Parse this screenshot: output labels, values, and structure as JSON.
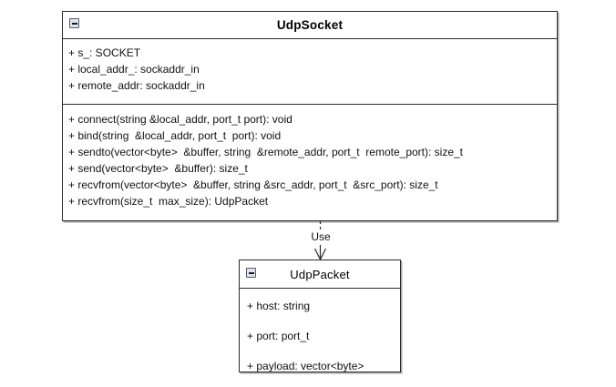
{
  "diagram": {
    "title": "UML class diagram",
    "background_color": "#ffffff",
    "line_color": "#2b2b2b",
    "text_color": "#111111",
    "icon_fill": "#dfe3ec"
  },
  "classes": [
    {
      "id": "udp-socket",
      "name": "UdpSocket",
      "collapse_icon": "minus-icon",
      "attributes": [
        "+ s_: SOCKET",
        "+ local_addr_: sockaddr_in",
        "+ remote_addr: sockaddr_in"
      ],
      "operations": [
        "+ connect(string &local_addr, port_t port): void",
        "+ bind(string  &local_addr, port_t  port): void",
        "+ sendto(vector<byte>  &buffer, string  &remote_addr, port_t  remote_port): size_t",
        "+ send(vector<byte>  &buffer): size_t",
        "+ recvfrom(vector<byte>  &buffer, string &src_addr, port_t  &src_port): size_t",
        "+ recvfrom(size_t  max_size): UdpPacket"
      ]
    },
    {
      "id": "udp-packet",
      "name": "UdpPacket",
      "collapse_icon": "minus-icon",
      "attributes": [
        "+ host: string",
        "+ port: port_t",
        "+ payload: vector<byte>"
      ],
      "operations": []
    }
  ],
  "relationships": [
    {
      "id": "use-dependency",
      "label": "Use",
      "type": "dependency",
      "line_style": "dashed",
      "arrow_style": "open",
      "from": "UdpSocket",
      "to": "UdpPacket"
    }
  ]
}
